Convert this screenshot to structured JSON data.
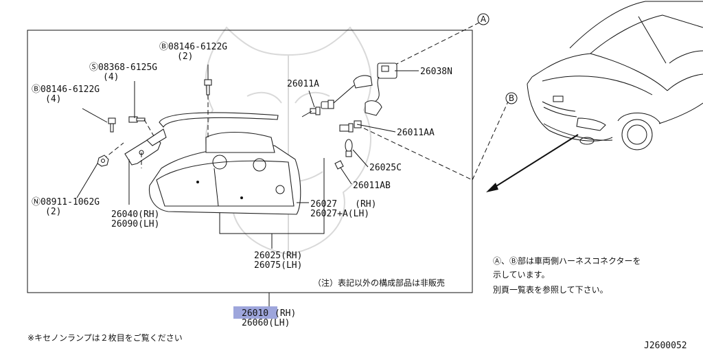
{
  "frame_note": "（注）表記以外の構成部品は非販売",
  "xenon_note": "※キセノンランプは２枚目をご覧ください",
  "ref_code": "J2600052",
  "connector_marks": {
    "a": "A",
    "b": "B"
  },
  "connector_note": {
    "line1": "Ⓐ、Ⓑ部は車両側ハーネスコネクターを",
    "line2": "示しています。",
    "line3": "別頁一覧表を参照して下さい。"
  },
  "parts": {
    "bolt_top": {
      "code": "Ⓑ08146-6122G",
      "qty": "(2)"
    },
    "screw": {
      "code": "Ⓢ08368-6125G",
      "qty": "(4)"
    },
    "bolt_left": {
      "code": "Ⓑ08146-6122G",
      "qty": "(4)"
    },
    "nut": {
      "code": "Ⓝ08911-1062G",
      "qty": "(2)"
    },
    "bracket": {
      "rh": "26040(RH)",
      "lh": "26090(LH)"
    },
    "socket_a": {
      "code": "26011A"
    },
    "harness": {
      "code": "26038N"
    },
    "socket_aa": {
      "code": "26011AA"
    },
    "bulb_c": {
      "code": "26025C"
    },
    "socket_ab": {
      "code": "26011AB"
    },
    "lens": {
      "rh": "26027　　(RH)",
      "lh": "26027+A(LH)"
    },
    "lamp_body": {
      "rh": "26025(RH)",
      "lh": "26075(LH)"
    },
    "assembly": {
      "highlight": "26010",
      "rh_suffix": "(RH)",
      "lh": "26060(LH)"
    }
  }
}
